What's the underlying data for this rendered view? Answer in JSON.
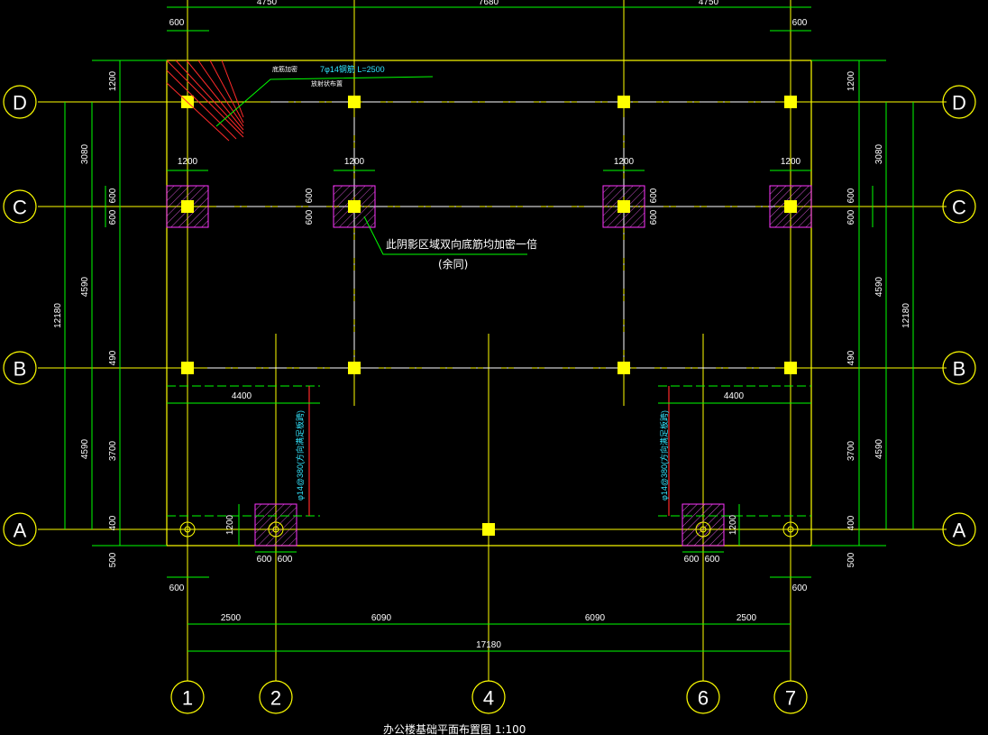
{
  "axes": {
    "vertical": [
      "1",
      "2",
      "4",
      "6",
      "7"
    ],
    "horizontal": [
      "D",
      "C",
      "B",
      "A"
    ]
  },
  "top_dims": {
    "left": "4750",
    "mid": "7680",
    "right": "4750",
    "edge_l": "600",
    "edge_r": "600"
  },
  "left_dims": {
    "top_ext": "1200",
    "d_c": "3080",
    "c_b": "4590",
    "total": "12180",
    "b_a": "4590",
    "b_off": "490",
    "a_off": "400",
    "bottom_ext": "500",
    "mid_3700": "3700",
    "pad_600": "600",
    "pad_600b": "600"
  },
  "right_dims": {
    "top_ext": "1200",
    "d_c": "3080",
    "c_b": "4590",
    "total": "12180",
    "b_a": "4590",
    "b_off": "490",
    "a_off": "400",
    "bottom_ext": "500",
    "mid_3700": "3700",
    "pad_600": "600",
    "pad_600b": "600"
  },
  "pad_width": "1200",
  "pit_width": "4400",
  "pit_pad": {
    "h": "1200",
    "w1": "600",
    "w2": "600"
  },
  "bottom_dims": {
    "seg1": "2500",
    "seg2": "6090",
    "seg3": "6090",
    "seg4": "2500",
    "total": "17180",
    "edge_l": "600",
    "edge_r": "600"
  },
  "notes": {
    "hatch_note_1": "此阴影区域双向底筋均加密一倍",
    "hatch_note_2": "(余同)",
    "corner_note_a": "底筋加密",
    "corner_note_b": "7φ14钢筋 L=2500",
    "corner_note_c": "放射状布置",
    "rebar_left": "φ14@380(方向满足板跨)",
    "rebar_right": "φ14@380(方向满足板跨)"
  },
  "drawing_title": "办公楼基础平面布置图  1:100",
  "colors": {
    "background": "#000000",
    "axis": "#ffff00",
    "dimension": "#00ff00",
    "hatch": "#ff33ff",
    "rebar": "#ff2a2a",
    "column": "#ffff00",
    "text": "#ffffff"
  }
}
